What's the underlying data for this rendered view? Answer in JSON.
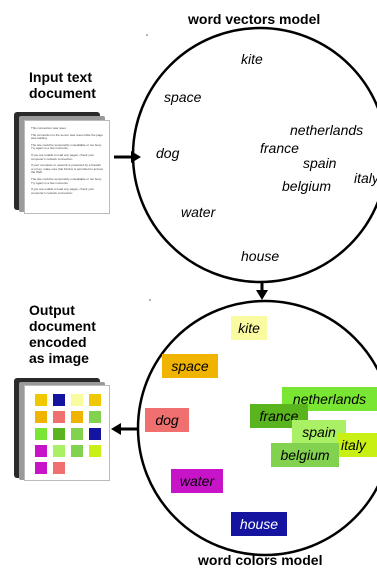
{
  "top_title": "word vectors model",
  "bottom_title": "word colors model",
  "input_label": "Input text document",
  "output_label_lines": [
    "Output",
    "document",
    "encoded",
    "as image"
  ],
  "input_doc_text": [
    "This connection was reset.",
    "The connection to the server was reset while the page was loading.",
    "The site could be temporarily unavailable or too busy. Try again in a few moments.",
    "If you are unable to load any pages, check your computer's network connection.",
    "If your computer or network is protected by a firewall or proxy, make sure that Firefox is permitted to access the Web.",
    "The site could be temporarily unavailable or too busy. Try again in a few moments.",
    "If you are unable to load any pages, check your computer's network connection."
  ],
  "vector_words": {
    "kite": "kite",
    "space": "space",
    "dog": "dog",
    "netherlands": "netherlands",
    "france": "france",
    "spain": "spain",
    "italy": "italy",
    "belgium": "belgium",
    "water": "water",
    "house": "house"
  },
  "color_chips": {
    "kite": {
      "label": "kite",
      "color": "#fafaa0"
    },
    "space": {
      "label": "space",
      "color": "#f0b400"
    },
    "dog": {
      "label": "dog",
      "color": "#f07070"
    },
    "netherlands": {
      "label": "netherlands",
      "color": "#78e632"
    },
    "france": {
      "label": "france",
      "color": "#5ab41e"
    },
    "spain": {
      "label": "spain",
      "color": "#aaf064"
    },
    "italy": {
      "label": "italy",
      "color": "#c8f014"
    },
    "belgium": {
      "label": "belgium",
      "color": "#82d250"
    },
    "water": {
      "label": "water",
      "color": "#c814c8"
    },
    "house": {
      "label": "house",
      "color": "#1414a0"
    }
  },
  "output_grid_colors": [
    [
      "#f0c800",
      "#1414a0",
      "#fafaa0",
      "#f0c800"
    ],
    [
      "#f0b400",
      "#f07070",
      "#f0b400",
      "#82d250"
    ],
    [
      "#78e632",
      "#5ab41e",
      "#82d250",
      "#1414a0"
    ],
    [
      "#c814c8",
      "#aaf064",
      "#82d250",
      "#c8f014"
    ],
    [
      "#c814c8",
      "#f07070",
      "",
      ""
    ]
  ]
}
